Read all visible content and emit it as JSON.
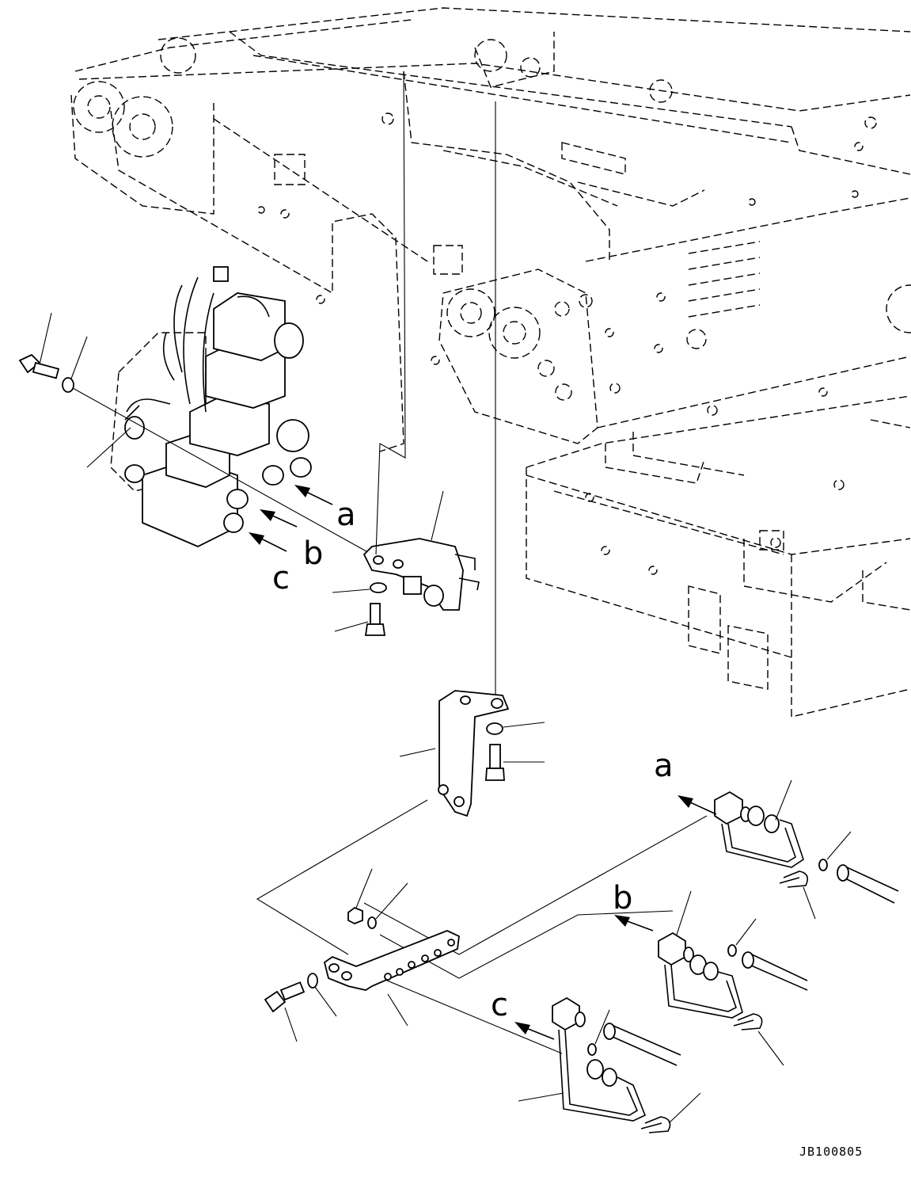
{
  "diagram": {
    "callout_letters": {
      "valve_a": "a",
      "valve_b": "b",
      "valve_c": "c",
      "pipe_a": "a",
      "pipe_b": "b",
      "pipe_c": "c"
    },
    "drawing_code": "JB100805"
  }
}
